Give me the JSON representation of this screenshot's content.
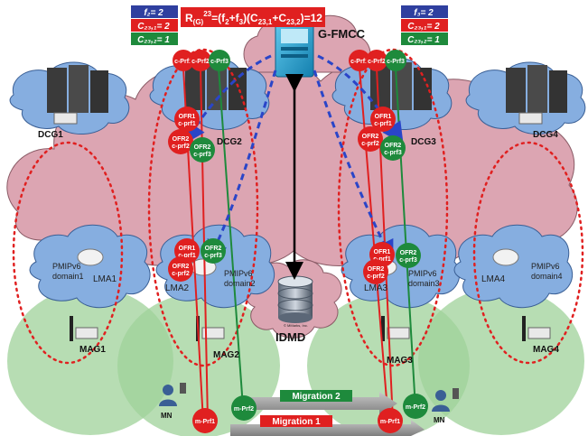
{
  "formula": {
    "lhs": "R",
    "lhs_sub": "(G)",
    "lhs_sup": "23",
    "rhs": "=(f",
    "rhs_sub1": "2",
    "rhs_mid1": "+f",
    "rhs_sub2": "3",
    "rhs_mid2": ")(C",
    "rhs_sub3": "23,1",
    "rhs_mid3": "+C",
    "rhs_sub4": "23,2",
    "rhs_end": ")=12"
  },
  "left_legend": {
    "f": "f₂= 2",
    "c1": "C₂₃,₁= 2",
    "c2": "C₂₃,₂= 1"
  },
  "right_legend": {
    "f": "f₃= 2",
    "c1": "C₂₃,₁= 2",
    "c2": "C₂₃,₂= 1"
  },
  "colors": {
    "red": "#e02020",
    "green": "#1e8a3c",
    "blue_box": "#2f3f9f",
    "cloud_pink": "#dca5b2",
    "cloud_blue": "#86aee0",
    "cell_green": "#9fd29a",
    "dash_blue": "#2a45c8"
  },
  "gfmcc": "G-FMCC",
  "idmd": "IDMD",
  "dcg": {
    "dcg1": "DCG1",
    "dcg2": "DCG2",
    "dcg3": "DCG3",
    "dcg4": "DCG4"
  },
  "lma": {
    "lma1": "LMA1",
    "lma2": "LMA2",
    "lma3": "LMA3",
    "lma4": "LMA4"
  },
  "mag": {
    "mag1": "MAG1",
    "mag2": "MAG2",
    "mag3": "MAG3",
    "mag4": "MAG4"
  },
  "pmip": {
    "d1": [
      "PMIPv6",
      "domain1"
    ],
    "d2": [
      "PMIPv6",
      "domain2"
    ],
    "d3": [
      "PMIPv6",
      "domain3"
    ],
    "d4": [
      "PMIPv6",
      "domain4"
    ]
  },
  "top_nodes": {
    "cprf1": "c-Prf1",
    "cprf2": "c-Prf2",
    "cprf3": "c-Prf3"
  },
  "dcg2_nodes": {
    "ofr1": [
      "OFR1",
      "c-prf1"
    ],
    "ofr2r": [
      "OFR2",
      "c-prf2"
    ],
    "ofr2g": [
      "OFR2",
      "c-prf3"
    ]
  },
  "dcg3_nodes": {
    "ofr1": [
      "OFR1",
      "c-prf1"
    ],
    "ofr2r": [
      "OFR2",
      "c-prf2"
    ],
    "ofr2g": [
      "OFR2",
      "c-prf3"
    ]
  },
  "lma2_nodes": {
    "ofr1": [
      "OFR1",
      "c-prf1"
    ],
    "ofr2r": [
      "OFR2",
      "c-prf2"
    ],
    "ofr2g": [
      "OFR2",
      "c-prf3"
    ]
  },
  "lma3_nodes": {
    "ofr1": [
      "OFR1",
      "c-prf1"
    ],
    "ofr2r": [
      "OFR2",
      "c-prf2"
    ],
    "ofr2g": [
      "OFR2",
      "c-prf3"
    ]
  },
  "bottom_nodes": {
    "mprf1_l": "m-Prf1",
    "mprf2_l": "m-Prf2",
    "mprf1_r": "m-Prf1",
    "mprf2_r": "m-Prf2"
  },
  "mn": {
    "left": "MN",
    "right": "MN"
  },
  "migration": {
    "m1": "Migration 1",
    "m2": "Migration 2"
  },
  "watermark": "© MMarks, Inc."
}
